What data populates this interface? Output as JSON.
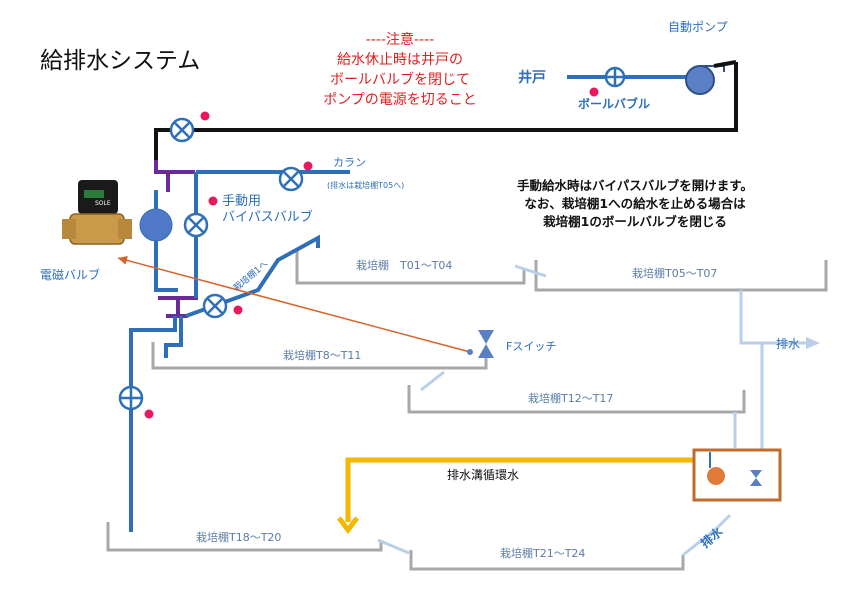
{
  "title": "給排水システム",
  "warning": {
    "heading": "----注意----",
    "lines": [
      "給水休止時は井戸の",
      "ボールバルブを閉じて",
      "ポンプの電源を切ること"
    ]
  },
  "labels": {
    "auto_pump": "自動ポンプ",
    "well": "井戸",
    "ball_valve": "ボールバブル",
    "faucet": "カラン",
    "faucet_note": "(排水は栽培棚T05へ)",
    "manual": "手動用",
    "bypass_valve": "バイパスバルブ",
    "solenoid_valve": "電磁バルブ",
    "to_shelf1": "栽培棚1へ",
    "f_switch": "Fスイッチ",
    "drain_out": "排水",
    "drain_circulation": "排水溝循環水",
    "drain_pipe": "排水",
    "device_brand": "SOLE"
  },
  "note": [
    "手動給水時はバイパスバルブを開けます。",
    "なお、栽培棚1への給水を止める場合は",
    "栽培棚1のボールバルブを閉じる"
  ],
  "shelves": {
    "t01_t04": "栽培棚　T01～T04",
    "t05_t07": "栽培棚T05～T07",
    "t8_t11": "栽培棚T8～T11",
    "t12_t17": "栽培棚T12～T17",
    "t18_t20": "栽培棚T18～T20",
    "t21_t24": "栽培棚T21～T24"
  },
  "colors": {
    "pipe_blue": "#2e6fb8",
    "pipe_black": "#111111",
    "bypass_purple": "#6a2a9a",
    "drain_light": "#b9cfe8",
    "shelf_gray": "#a8a8a8",
    "marker_pink": "#e8185a",
    "circulation_yellow": "#f5b800",
    "signal_orange": "#d9622a",
    "warning_red": "#e02020",
    "pump_fill": "#5b7fc4"
  }
}
